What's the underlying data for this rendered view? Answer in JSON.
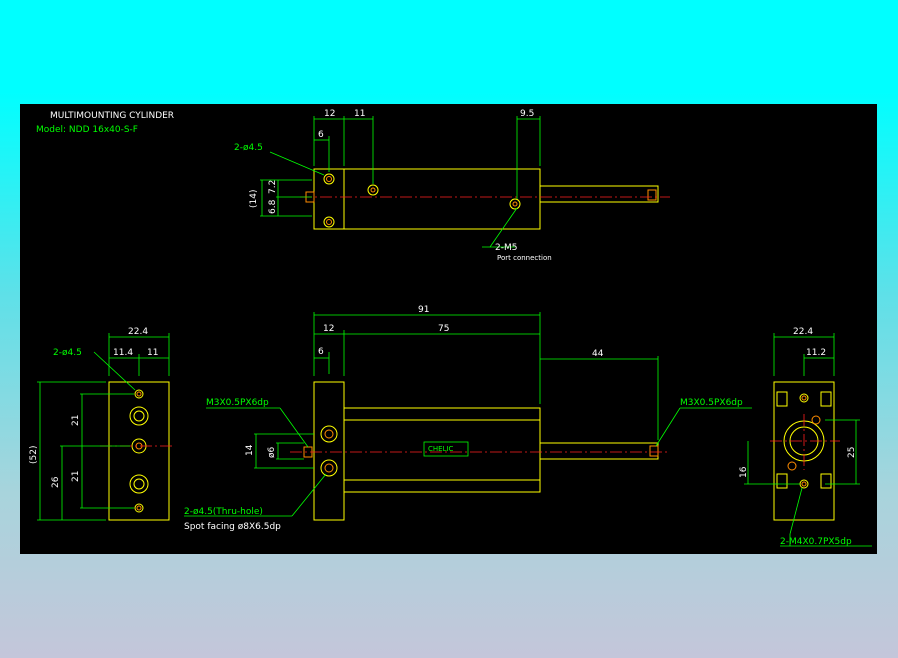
{
  "title": "MULTIMOUNTING CYLINDER",
  "model": "Model:  NDD 16x40-S-F",
  "top_view": {
    "dim_12": "12",
    "dim_11": "11",
    "dim_6": "6",
    "dim_9_5": "9.5",
    "hole_label": "2-ø4.5",
    "dim_14": "(14)",
    "dim_7_2": "7.2",
    "dim_6_8": "6.8",
    "port_label": "2-M5",
    "port_sub": "Port connection"
  },
  "front_view": {
    "dim_91": "91",
    "dim_12": "12",
    "dim_75": "75",
    "dim_6": "6",
    "dim_44": "44",
    "thread_left": "M3X0.5PX6dp",
    "thread_right": "M3X0.5PX6dp",
    "dim_14": "14",
    "dim_phi6": "ø6",
    "hole_label": "2-ø4.5(Thru-hole)",
    "spot_label": "Spot facing ø8X6.5dp",
    "nameplate": "CHELIC"
  },
  "left_view": {
    "dim_22_4": "22.4",
    "dim_11_4": "11.4",
    "dim_11": "11",
    "hole_label": "2-ø4.5",
    "dim_52": "(52)",
    "dim_21a": "21",
    "dim_21b": "21",
    "dim_26": "26"
  },
  "right_view": {
    "dim_22_4": "22.4",
    "dim_11_2": "11.2",
    "dim_25": "25",
    "dim_16": "16",
    "thread_label": "2-M4X0.7PX5dp"
  }
}
